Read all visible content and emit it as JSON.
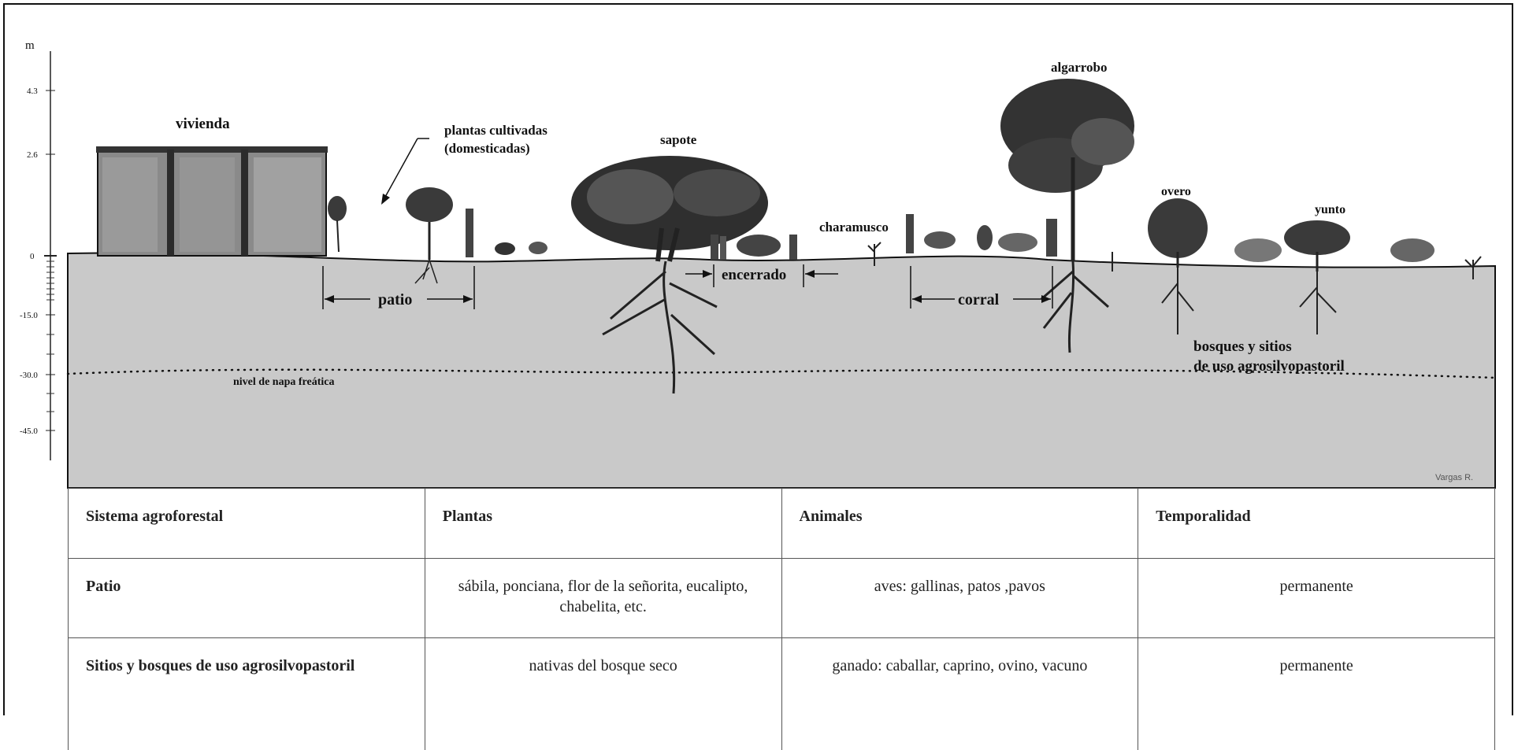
{
  "diagram": {
    "axis": {
      "unit": "m",
      "ticks": [
        "4.3",
        "2.6",
        "0",
        "-15.0",
        "-30.0",
        "-45.0"
      ]
    },
    "labels": {
      "vivienda": "vivienda",
      "plantas": "plantas cultivadas",
      "domesticadas": "(domesticadas)",
      "sapote": "sapote",
      "algarrobo": "algarrobo",
      "charamusco": "charamusco",
      "overo": "overo",
      "yunto": "yunto",
      "patio": "patio",
      "encerrado": "encerrado",
      "corral": "corral",
      "bosques_1": "bosques y sitios",
      "bosques_2": "de uso agrosilvopastoril",
      "napa": "nivel de napa freática",
      "signature": "Vargas R."
    }
  },
  "table": {
    "headers": [
      "Sistema agroforestal",
      "Plantas",
      "Animales",
      "Temporalidad"
    ],
    "rows": [
      [
        "Patio",
        "sábila, ponciana, flor de la señorita, eucalipto, chabelita, etc.",
        "aves: gallinas, patos ,pavos",
        "permanente"
      ],
      [
        "Sitios y bosques de uso agrosilvopastoril",
        "nativas del bosque seco",
        "ganado: caballar, caprino, ovino, vacuno",
        "permanente"
      ]
    ]
  }
}
